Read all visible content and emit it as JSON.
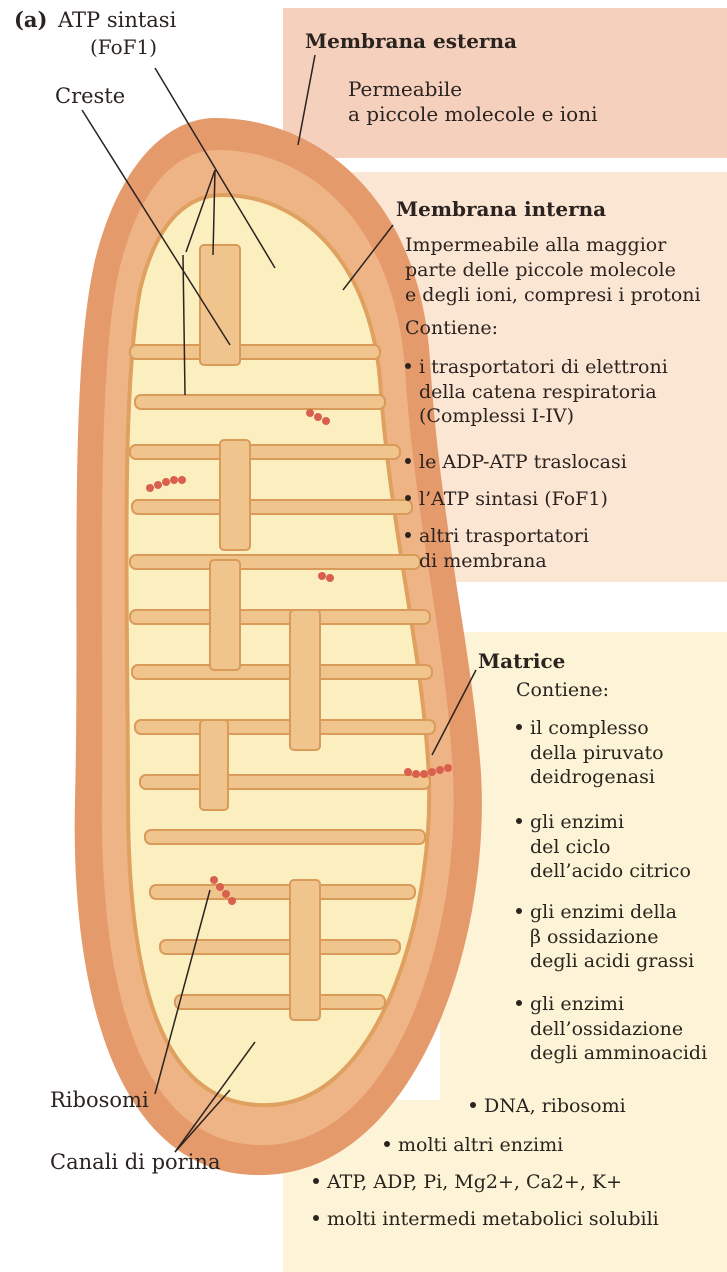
{
  "panel_label": "(a)",
  "left_labels": {
    "atp_synthase": "ATP sintasi",
    "atp_synthase_formula": "(FoF1)",
    "cristae": "Creste",
    "ribosomes": "Ribosomi",
    "porin_channels": "Canali di porina"
  },
  "outer_membrane": {
    "title": "Membrana esterna",
    "lines": [
      "Permeabile",
      "a piccole molecole e ioni"
    ]
  },
  "inner_membrane": {
    "title": "Membrana interna",
    "lines": [
      "Impermeabile alla maggior",
      "parte delle piccole molecole",
      "e degli ioni, compresi i protoni"
    ],
    "contains": "Contiene:",
    "items": [
      [
        "i trasportatori di elettroni",
        "della catena respiratoria",
        "(Complessi I-IV)"
      ],
      [
        "le ADP-ATP traslocasi"
      ],
      [
        "l’ATP sintasi (FoF1)"
      ],
      [
        "altri trasportatori",
        "di membrana"
      ]
    ]
  },
  "matrix": {
    "title": "Matrice",
    "contains": "Contiene:",
    "items": [
      [
        "il complesso",
        "della piruvato",
        "deidrogenasi"
      ],
      [
        "gli enzimi",
        "del ciclo",
        "dell’acido citrico"
      ],
      [
        "gli enzimi della",
        "β ossidazione",
        "degli acidi grassi"
      ],
      [
        "gli enzimi",
        "dell’ossidazione",
        "degli amminoacidi"
      ]
    ],
    "bottom_items": [
      "DNA, ribosomi",
      "molti altri enzimi",
      "ATP, ADP, Pi, Mg2+, Ca2+, K+",
      "molti intermedi metabolici solubili"
    ]
  },
  "colors": {
    "outer_box": "#f5d0bd",
    "inner_box": "#fbe5d3",
    "matrix_box": "#fdf3d6",
    "outer_membrane": "#e59a6c",
    "intermembrane": "#efb486",
    "matrix_fill": "#fbefbf",
    "crista": "#f0c58d",
    "ribosome": "#d9604e"
  }
}
